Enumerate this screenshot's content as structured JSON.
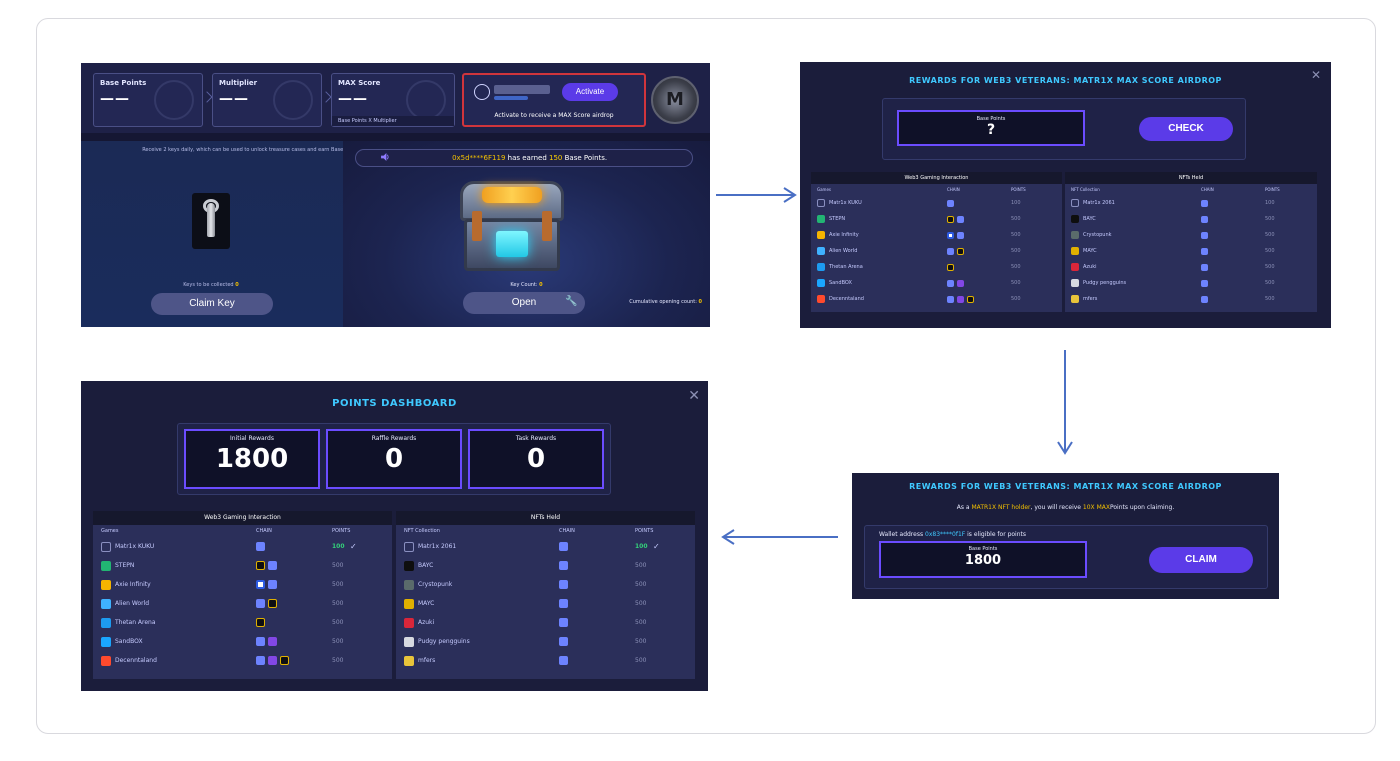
{
  "colors": {
    "accent": "#5b3be8",
    "title_cyan": "#3fc9ff",
    "highlight_yellow": "#f3c000",
    "success_green": "#33d17a",
    "alert_red": "#d0353c"
  },
  "main": {
    "stats": [
      {
        "label": "Base Points",
        "value": "——"
      },
      {
        "label": "Multiplier",
        "value": "——"
      },
      {
        "label": "MAX Score",
        "value": "——",
        "sub": "Base Points X Multiplier"
      }
    ],
    "activate_button": "Activate",
    "activate_note": "Activate to receive a MAX Score airdrop",
    "keys_hint": "Receive 2 keys daily, which can be used to unlock treasure cases and earn Base Points",
    "keys_to_collect_label": "Keys to be collected",
    "keys_to_collect_value": "0",
    "claim_key_button": "Claim Key",
    "earned_wallet": "0x5d****6F119",
    "earned_text": "has earned",
    "earned_amount": "150",
    "earned_unit": "Base Points.",
    "key_count_label": "Key Count:",
    "key_count_value": "0",
    "open_button": "Open",
    "cumulative_label": "Cumulative opening count:",
    "cumulative_value": "0"
  },
  "check_modal": {
    "title": "REWARDS FOR WEB3 VETERANS: MATR1X MAX SCORE AIRDROP",
    "base_points_label": "Base Points",
    "base_points_value": "?",
    "check_button": "CHECK"
  },
  "claim_modal": {
    "title": "REWARDS FOR WEB3 VETERANS: MATR1X MAX SCORE AIRDROP",
    "info_prefix": "As a",
    "info_holder": "MATR1X NFT holder",
    "info_mid": ", you will receive",
    "info_mult": "10X MAX",
    "info_suffix": "Points upon claiming.",
    "wallet_prefix": "Wallet address",
    "wallet": "0x83****0f1F",
    "wallet_suffix": "is eligible for points",
    "base_points_label": "Base Points",
    "base_points_value": "1800",
    "claim_button": "CLAIM"
  },
  "dashboard": {
    "title": "POINTS DASHBOARD",
    "cards": [
      {
        "label": "Initial Rewards",
        "value": "1800"
      },
      {
        "label": "Raffle Rewards",
        "value": "0"
      },
      {
        "label": "Task Rewards",
        "value": "0"
      }
    ]
  },
  "games_table": {
    "title": "Web3 Gaming Interaction",
    "col_games": "Games",
    "col_chain": "CHAIN",
    "col_points": "POINTS",
    "rows": [
      {
        "name": "Matr1x KUKU",
        "chains": [
          "eth"
        ],
        "points_before": "100",
        "points_after": "100",
        "checked": true
      },
      {
        "name": "STEPN",
        "chains": [
          "bnb",
          "eth"
        ],
        "points_before": "500",
        "points_after": "500"
      },
      {
        "name": "Axie Infinity",
        "chains": [
          "ron",
          "eth"
        ],
        "points_before": "500",
        "points_after": "500"
      },
      {
        "name": "Alien World",
        "chains": [
          "eth",
          "bnb"
        ],
        "points_before": "500",
        "points_after": "500"
      },
      {
        "name": "Thetan Arena",
        "chains": [
          "bnb"
        ],
        "points_before": "500",
        "points_after": "500"
      },
      {
        "name": "SandBOX",
        "chains": [
          "eth",
          "poly"
        ],
        "points_before": "500",
        "points_after": "500"
      },
      {
        "name": "Decenntaland",
        "chains": [
          "eth",
          "poly",
          "bnb"
        ],
        "points_before": "500",
        "points_after": "500"
      }
    ]
  },
  "nfts_table": {
    "title": "NFTs Held",
    "col_collection": "NFT Collection",
    "col_chain": "CHAIN",
    "col_points": "POINTS",
    "rows": [
      {
        "name": "Matr1x 2061",
        "chains": [
          "eth"
        ],
        "points_before": "100",
        "points_after": "100",
        "checked": true
      },
      {
        "name": "BAYC",
        "chains": [
          "eth"
        ],
        "points_before": "500",
        "points_after": "500"
      },
      {
        "name": "Crystopunk",
        "chains": [
          "eth"
        ],
        "points_before": "500",
        "points_after": "500"
      },
      {
        "name": "MAYC",
        "chains": [
          "eth"
        ],
        "points_before": "500",
        "points_after": "500"
      },
      {
        "name": "Azuki",
        "chains": [
          "eth"
        ],
        "points_before": "500",
        "points_after": "500"
      },
      {
        "name": "Pudgy pengguins",
        "chains": [
          "eth"
        ],
        "points_before": "500",
        "points_after": "500"
      },
      {
        "name": "mfers",
        "chains": [
          "eth"
        ],
        "points_before": "500",
        "points_after": "500"
      }
    ]
  },
  "icons": {
    "close": "close-icon",
    "speaker": "speaker-icon",
    "wrench": "wrench-icon",
    "avatar": "user-avatar-icon",
    "key": "key-icon",
    "chest": "treasure-chest-icon",
    "arrow": "flow-arrow-icon"
  }
}
